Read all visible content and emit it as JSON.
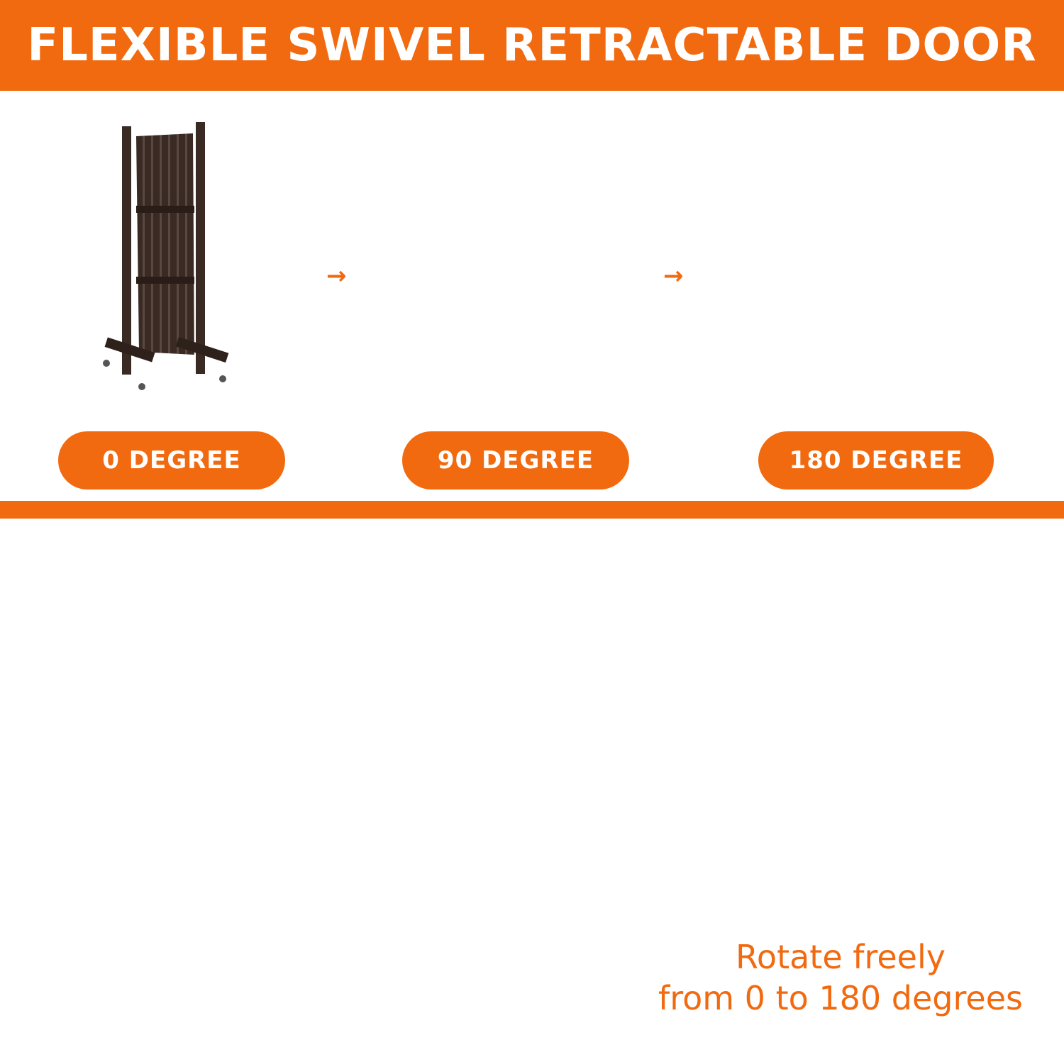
{
  "banner": {
    "title": "FLEXIBLE SWIVEL RETRACTABLE DOOR"
  },
  "states": [
    {
      "label": "0 DEGREE"
    },
    {
      "label": "90 DEGREE"
    },
    {
      "label": "180 DEGREE"
    }
  ],
  "arrows": [
    "arrow-right-icon",
    "arrow-right-icon"
  ],
  "caption": {
    "line1": "Rotate freely",
    "line2": "from 0 to 180 degrees"
  },
  "colors": {
    "accent": "#f26a10",
    "gate": "#3a2a24",
    "background": "#ffffff"
  }
}
